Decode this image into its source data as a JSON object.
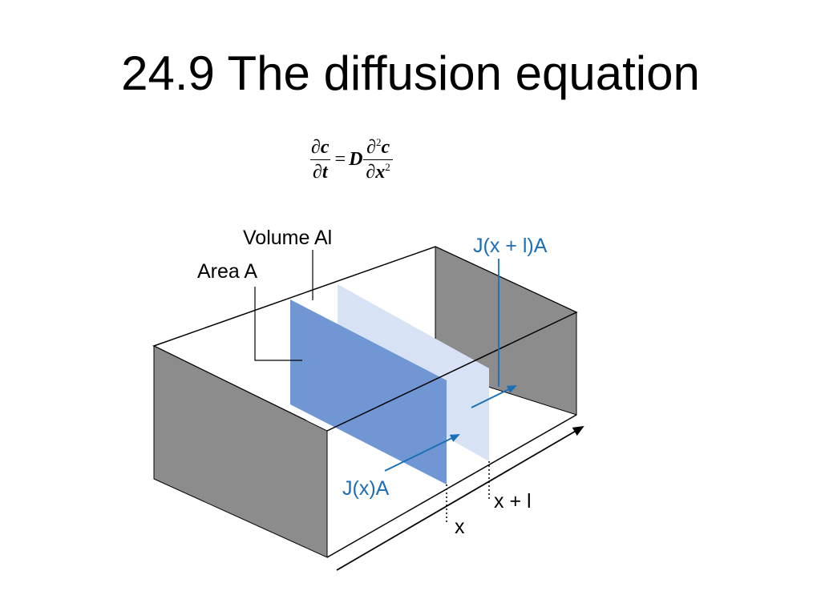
{
  "slide": {
    "title": "24.9 The diffusion equation"
  },
  "equation": {
    "lhs_numerator": "c",
    "lhs_denominator": "t",
    "equals": "=",
    "coefficient": "D",
    "rhs_numerator": "c",
    "rhs_numerator_power": "2",
    "rhs_denominator": "x",
    "rhs_denominator_power": "2",
    "partial_symbol": "∂"
  },
  "diagram": {
    "labels": {
      "volume": "Volume Al",
      "area": "Area A",
      "flux_out": "J(x + l)A",
      "flux_in": "J(x)A",
      "x": "x",
      "x_plus_l": "x + l"
    },
    "colors": {
      "wall": "#8c8c8c",
      "plane_x": "#7096d4",
      "plane_x_plus_l": "#d8e2f5",
      "arrow": "#1c6fb5",
      "outline": "#000000"
    }
  }
}
